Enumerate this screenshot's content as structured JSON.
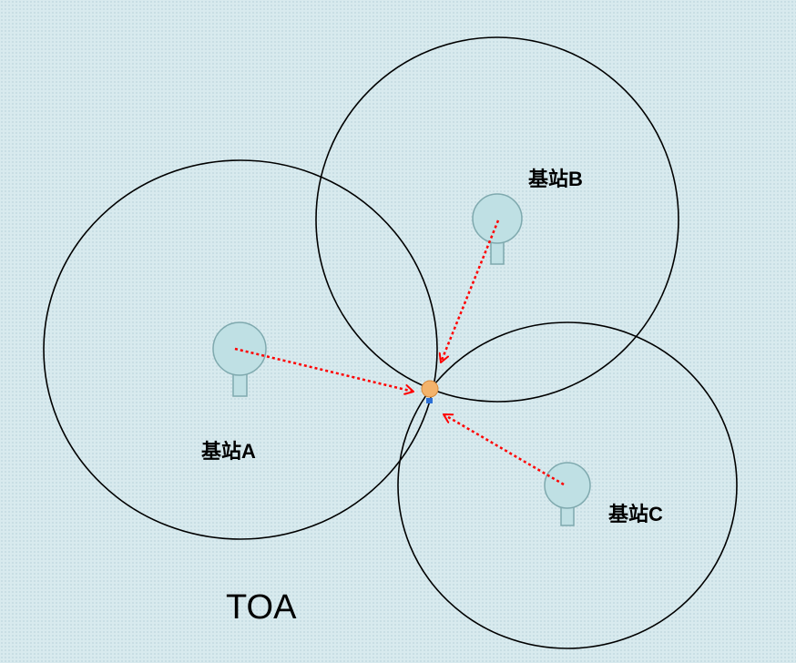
{
  "title": "TOA",
  "stations": [
    {
      "id": "a",
      "label": "基站A"
    },
    {
      "id": "b",
      "label": "基站B"
    },
    {
      "id": "c",
      "label": "基站C"
    }
  ],
  "colors": {
    "background": "#d8eaee",
    "circle_stroke": "#000000",
    "tower_fill": "#bfe0e4",
    "tower_stroke": "#7fa9ae",
    "arrow": "#ff0000",
    "target": "#f3b36b"
  }
}
